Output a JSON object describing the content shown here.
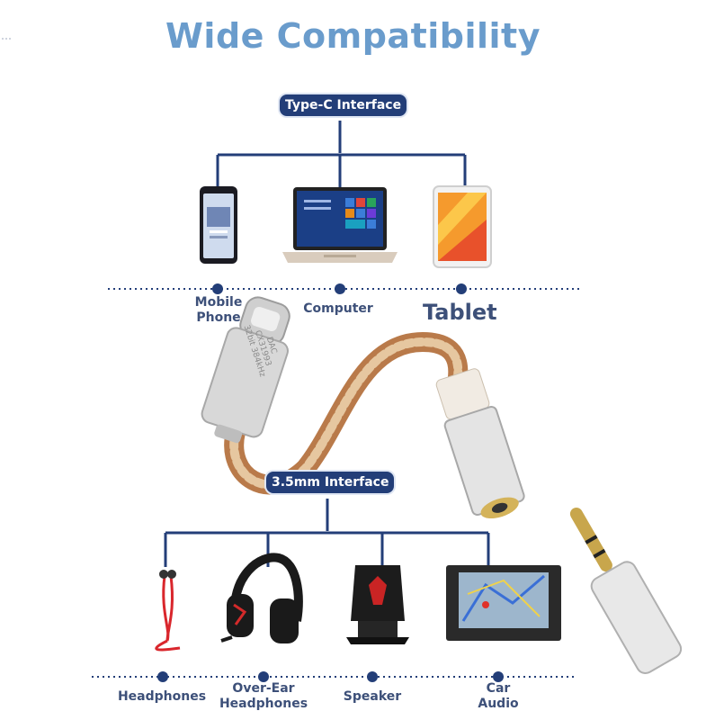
{
  "title": "Wide Compatibility",
  "typec": {
    "label": "Type-C Interface",
    "devices": [
      {
        "name": "Mobile\nPhone",
        "icon": "mobile-phone-icon"
      },
      {
        "name": "Computer",
        "icon": "laptop-icon"
      },
      {
        "name": "Tablet",
        "icon": "tablet-icon"
      }
    ]
  },
  "jack": {
    "label": "3.5mm Interface",
    "devices": [
      {
        "name": "Headphones",
        "icon": "earphones-icon"
      },
      {
        "name": "Over-Ear\nHeadphones",
        "icon": "gaming-headset-icon"
      },
      {
        "name": "Speaker",
        "icon": "speaker-icon"
      },
      {
        "name": "Car\nAudio",
        "icon": "car-audio-icon"
      }
    ]
  },
  "adapter_text": "DAC CX31993\n32bit 384kHz",
  "colors": {
    "title": "#6a9ccc",
    "pill": "#233e78",
    "line": "#233e78",
    "label": "#3d5079"
  }
}
